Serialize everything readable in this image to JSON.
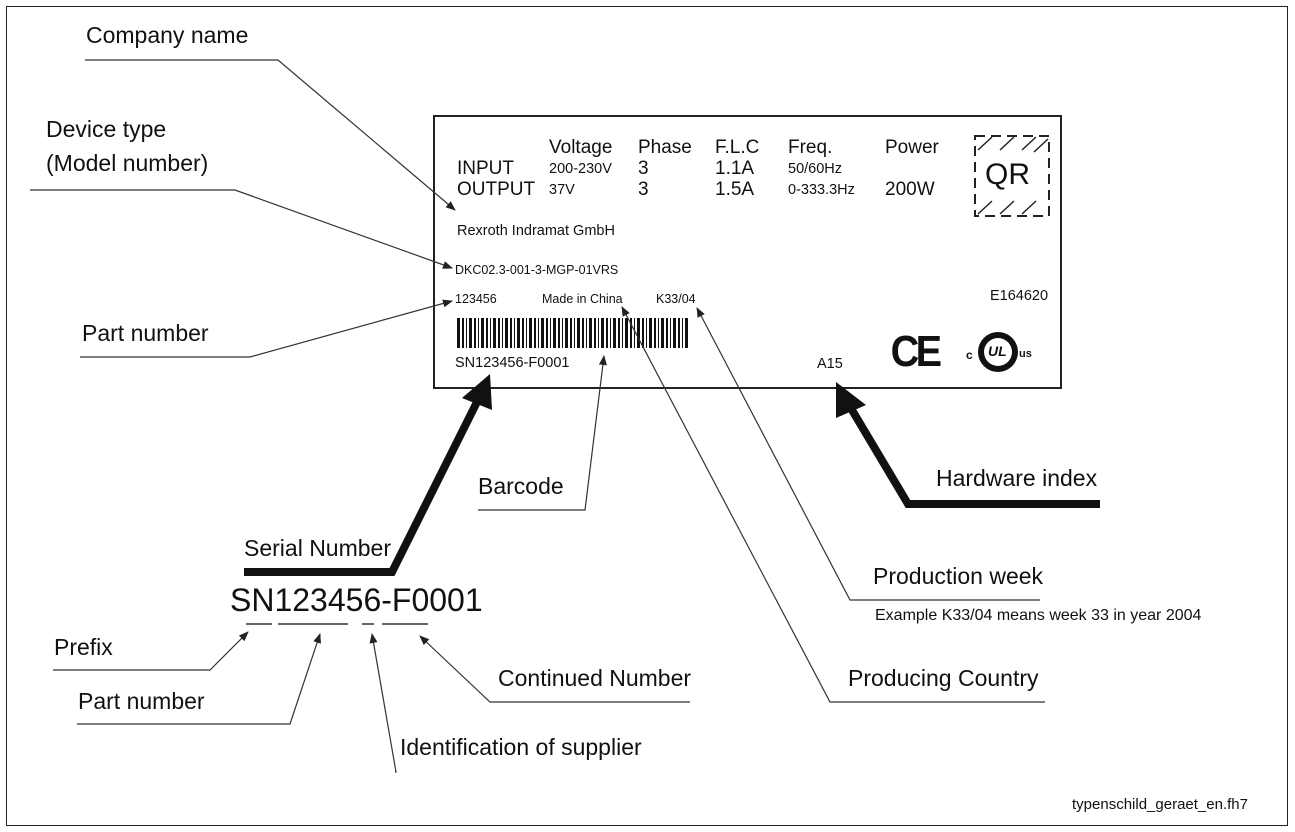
{
  "labels": {
    "company_name": "Company name",
    "device_type_line1": "Device type",
    "device_type_line2": "(Model number)",
    "part_number_top": "Part number",
    "barcode": "Barcode",
    "serial_number": "Serial Number",
    "serial_example": "SN123456-F0001",
    "hardware_index": "Hardware index",
    "production_week": "Production week",
    "production_week_note": "Example K33/04 means week 33 in year 2004",
    "producing_country": "Producing Country",
    "continued_number": "Continued Number",
    "prefix": "Prefix",
    "part_number_bottom": "Part number",
    "supplier_id": "Identification of supplier",
    "file_name": "typenschild_geraet_en.fh7"
  },
  "plate": {
    "headers": {
      "voltage": "Voltage",
      "phase": "Phase",
      "flc": "F.L.C",
      "freq": "Freq.",
      "power": "Power"
    },
    "input": {
      "label": "INPUT",
      "voltage": "200-230V",
      "phase": "3",
      "flc": "1.1A",
      "freq": "50/60Hz"
    },
    "output": {
      "label": "OUTPUT",
      "voltage": "37V",
      "phase": "3",
      "flc": "1.5A",
      "freq": "0-333.3Hz",
      "power": "200W"
    },
    "qr": "QR",
    "company": "Rexroth Indramat GmbH",
    "model": "DKC02.3-001-3-MGP-01VRS",
    "part_no": "123456",
    "made_in": "Made in China",
    "week": "K33/04",
    "ul_file": "E164620",
    "serial": "SN123456-F0001",
    "hw_index": "A15",
    "ce_mark": "CE",
    "ul_c": "c",
    "ul_mark": "UL",
    "ul_us": "us"
  }
}
